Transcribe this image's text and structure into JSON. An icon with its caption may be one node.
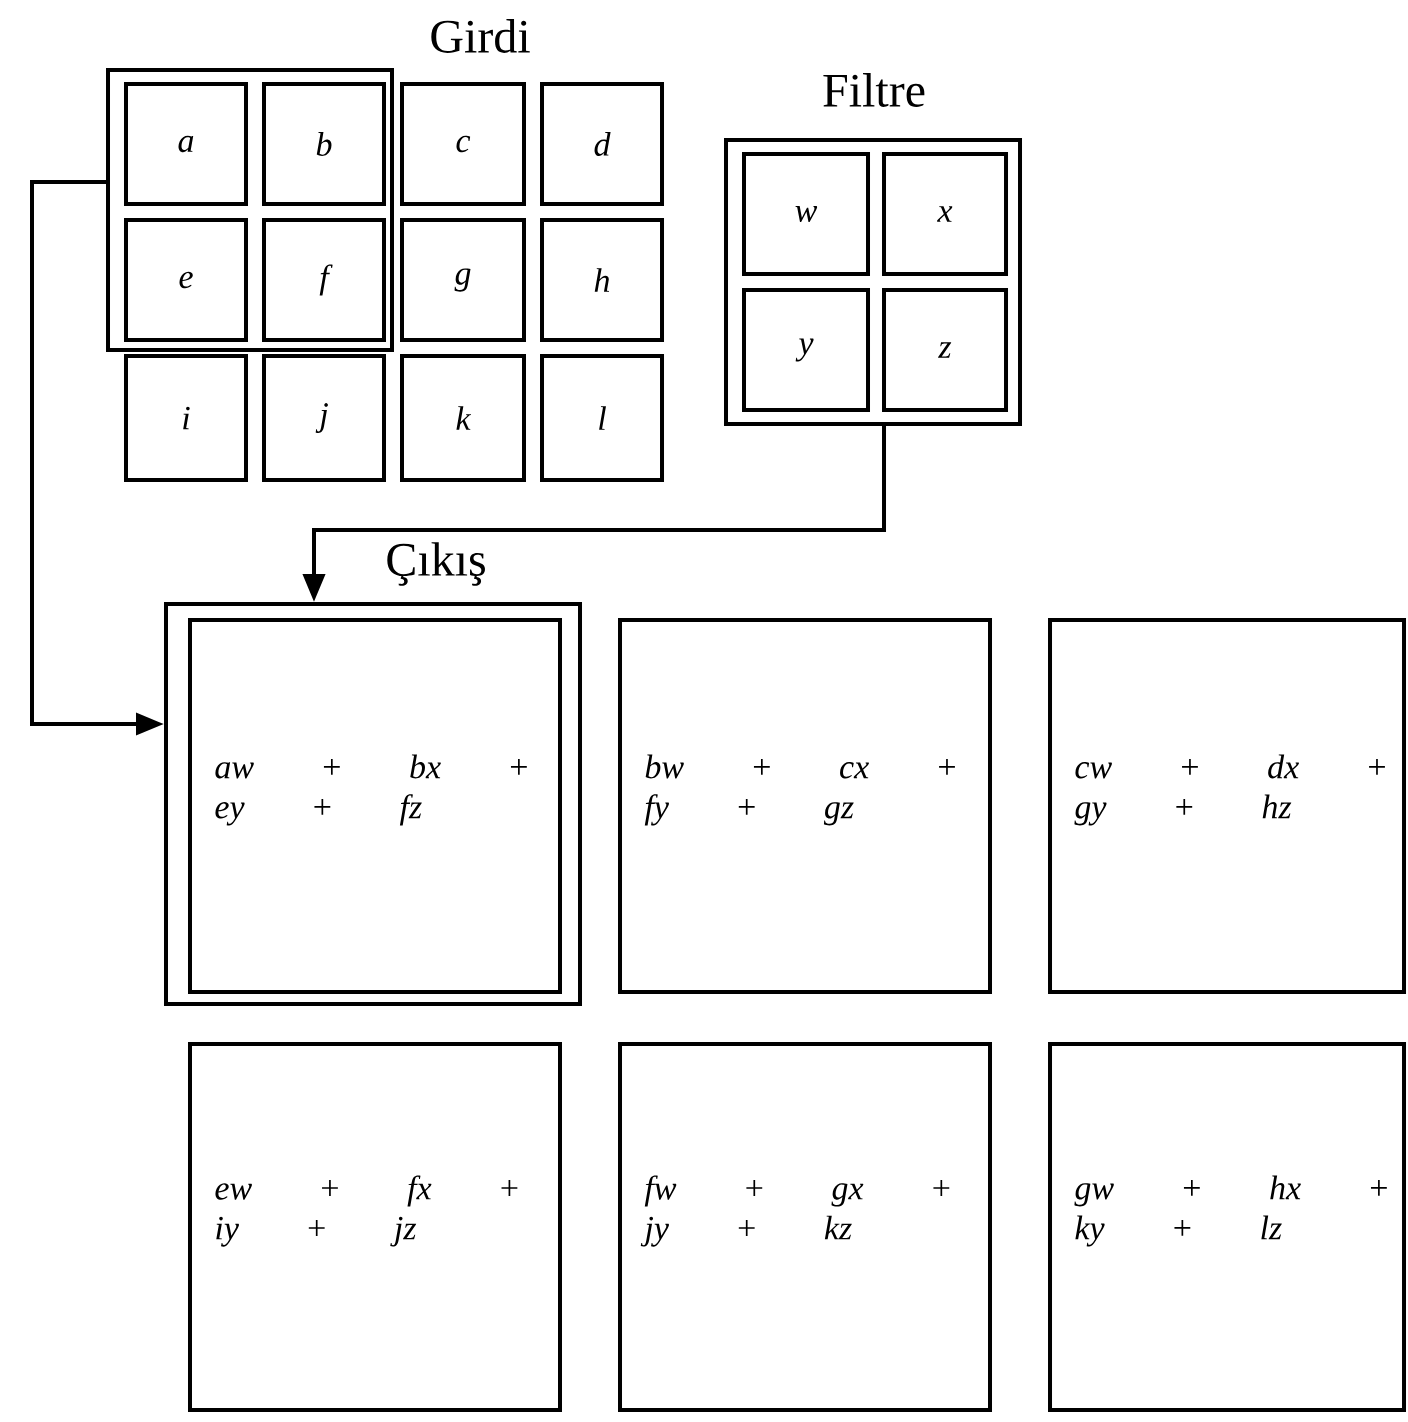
{
  "diagram": {
    "nodes": [
      {
        "text": [],
        "shape": "box"
      },
      {
        "text": [
          "a"
        ],
        "in": 0
      },
      {
        "text": [
          "b"
        ],
        "in": 0
      },
      {
        "text": [
          "c"
        ]
      },
      {
        "text": [
          "d"
        ]
      },
      {
        "text": [
          "e"
        ],
        "in": 0
      },
      {
        "text": [
          "f"
        ],
        "in": 0
      },
      {
        "text": [
          "g"
        ]
      },
      {
        "text": [
          "h"
        ]
      },
      {
        "text": [
          "i"
        ]
      },
      {
        "text": [
          "j"
        ]
      },
      {
        "text": [
          "k"
        ]
      },
      {
        "text": [
          "l"
        ]
      },
      {
        "text": [
          "Filtre"
        ]
      },
      {
        "text": [
          "w"
        ],
        "in": 13
      },
      {
        "text": [
          "x"
        ],
        "in": 13
      },
      {
        "text": [
          "y"
        ],
        "in": 13
      },
      {
        "text": [
          "z"
        ],
        "in": 13
      },
      {
        "text": [
          "Çıkış"
        ]
      },
      {
        "text": [
          "aw + bx + ey + fz"
        ],
        "in": 18
      },
      {
        "text": [
          "bw + cx + fy + gz"
        ]
      },
      {
        "text": [
          "cw + dx + gy + hz"
        ]
      },
      {
        "text": [
          "ew + fx + iy + jz"
        ]
      },
      {
        "text": [
          "fw + gx + jy + kz"
        ]
      },
      {
        "text": [
          "gw + hx + ky + lz"
        ]
      }
    ],
    "edges": [
      {
        "from": 0,
        "to": 18,
        "arrow": "to"
      },
      {
        "from": 13,
        "to": 18,
        "arrow": "to"
      }
    ],
    "labels": [
      "Girdi"
    ]
  }
}
